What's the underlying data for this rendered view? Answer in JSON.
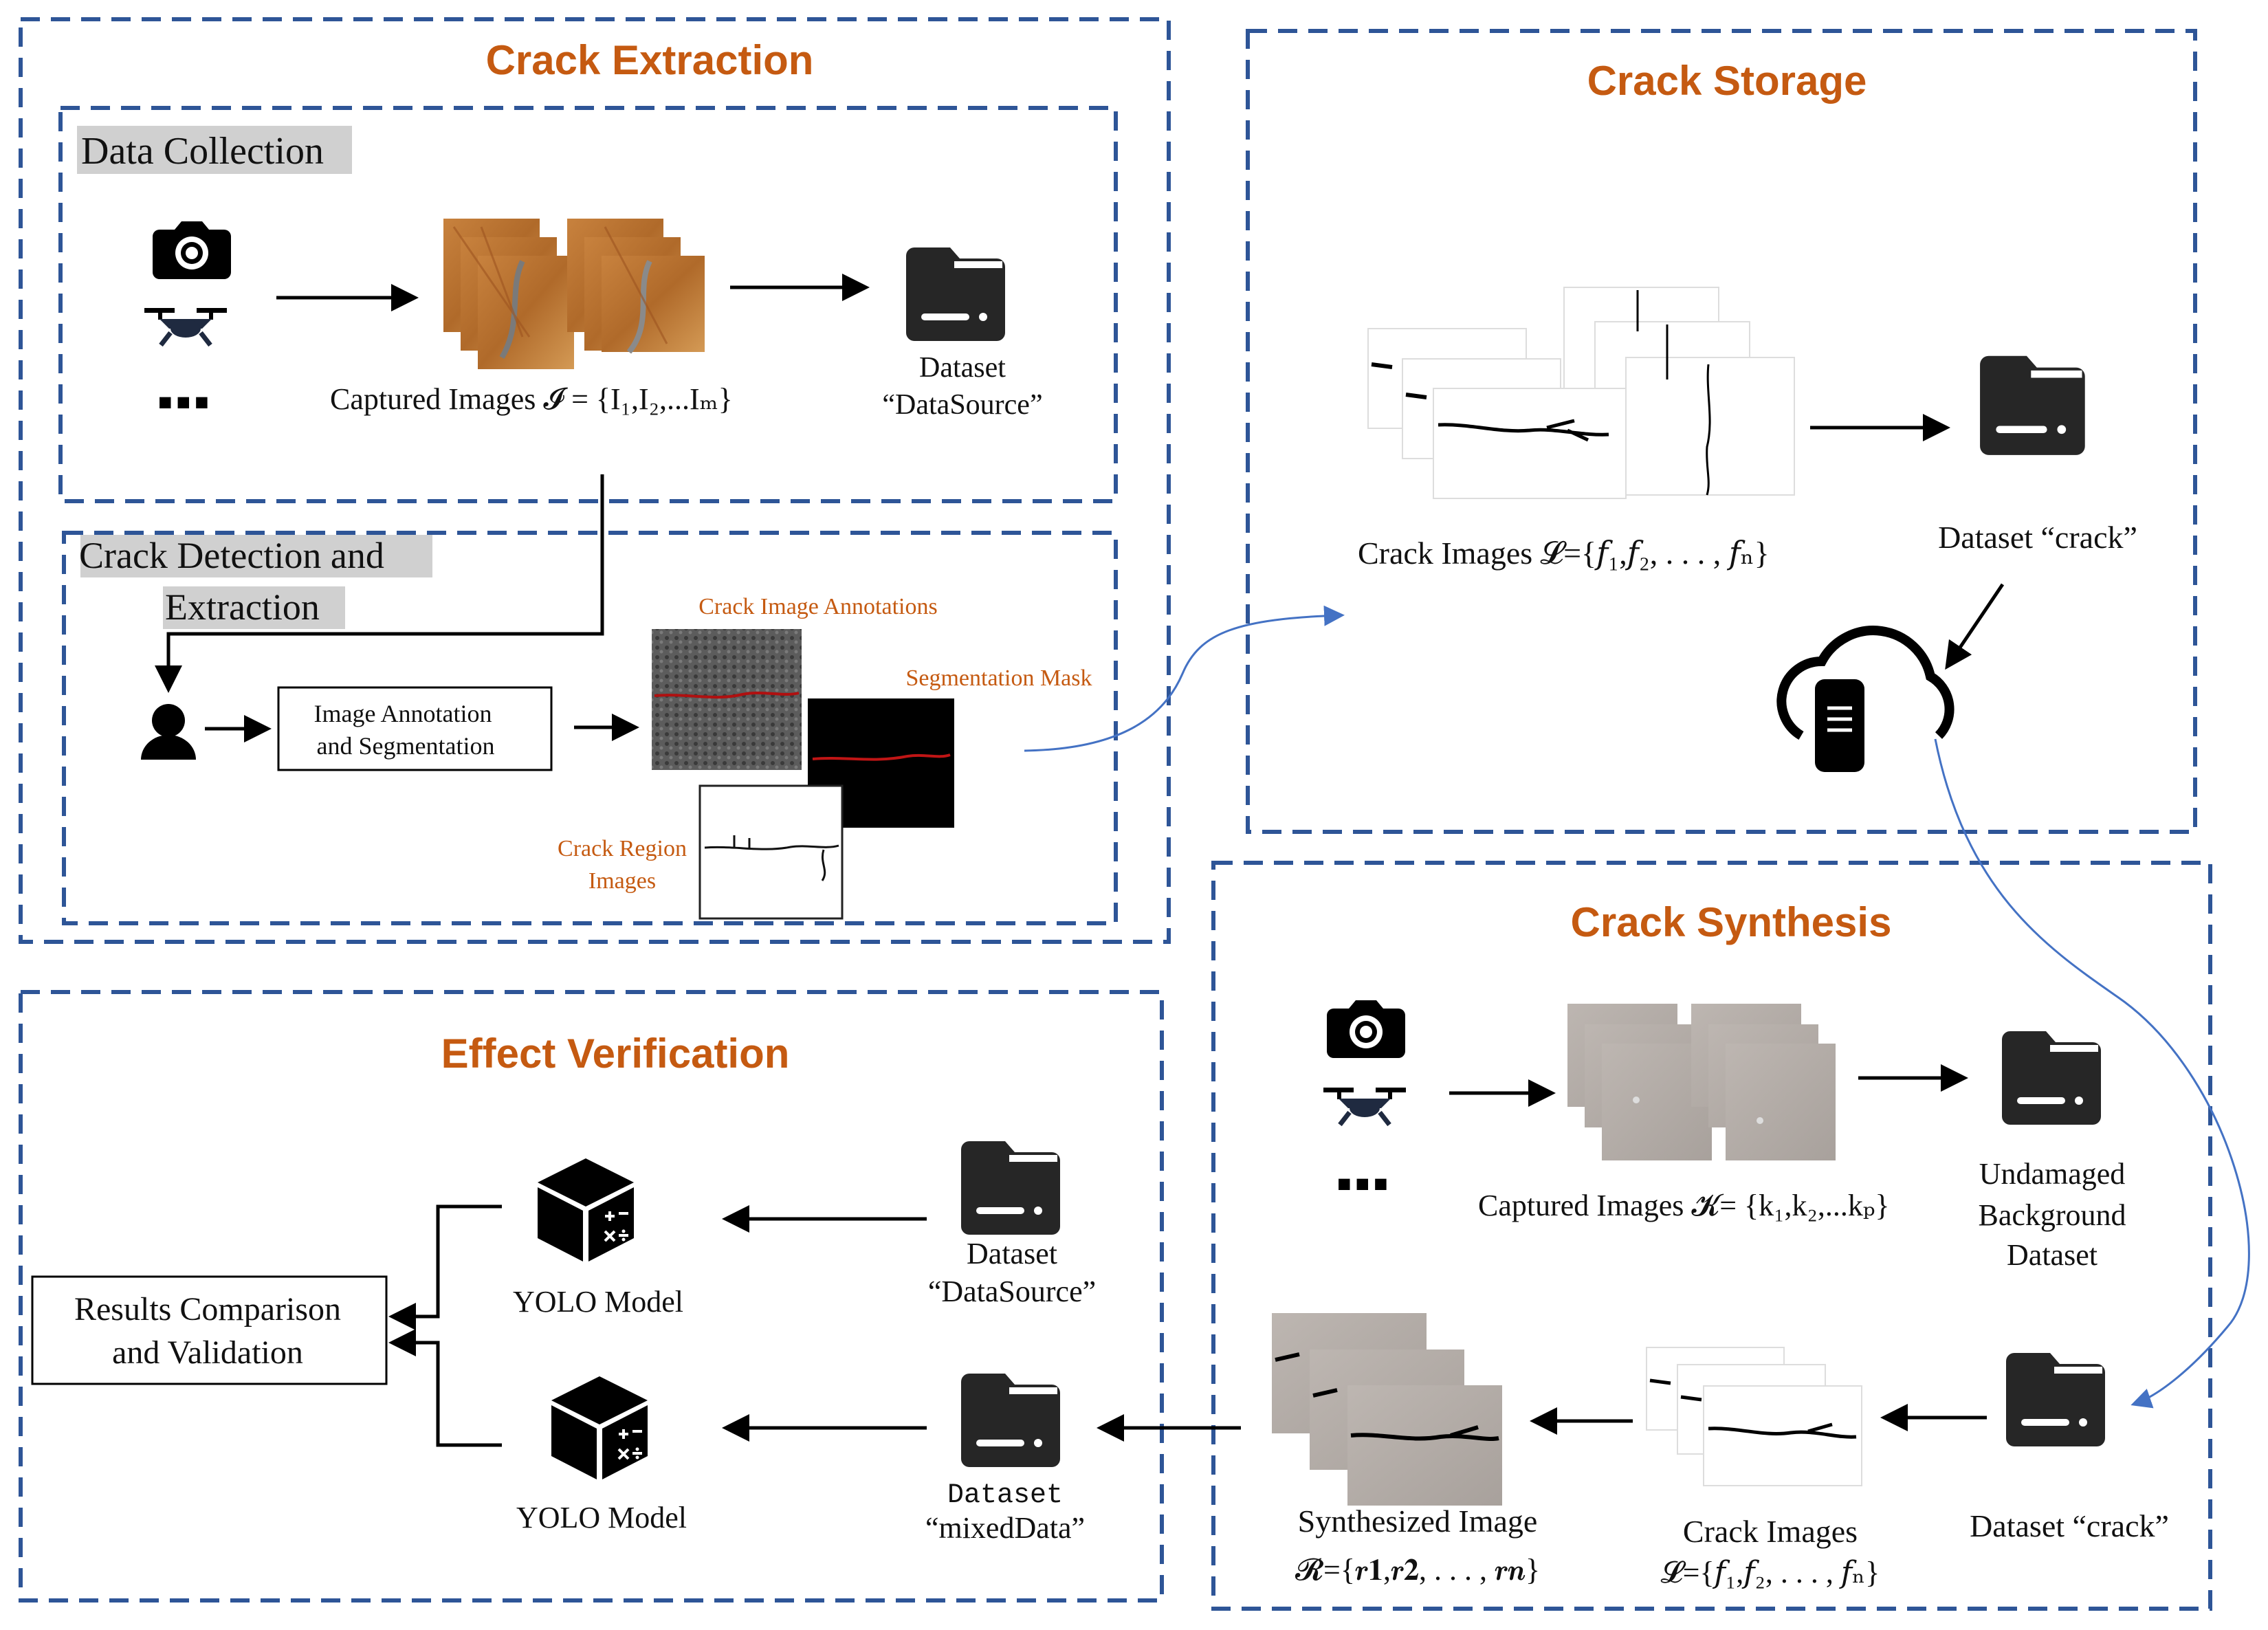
{
  "sections": {
    "extraction": {
      "title": "Crack Extraction",
      "data_collection": {
        "label": "Data Collection",
        "ellipsis": "■■■",
        "captured_images": "Captured Images 𝓘 = {I₁,I₂,...Iₘ}",
        "dataset_line1": "Dataset",
        "dataset_line2": "“DataSource”"
      },
      "detection": {
        "label_line1": "Crack Detection and",
        "label_line2": "Extraction",
        "annotation_box_line1": "Image  Annotation",
        "annotation_box_line2": "and Segmentation",
        "crack_image_annotations": "Crack Image Annotations",
        "segmentation_mask": "Segmentation Mask",
        "crack_region_line1": "Crack Region",
        "crack_region_line2": "Images"
      }
    },
    "storage": {
      "title": "Crack Storage",
      "crack_images": "Crack Images 𝓛={𝑓₁,𝑓₂, . . . , 𝑓ₙ}",
      "dataset": "Dataset “crack”"
    },
    "synthesis": {
      "title": "Crack Synthesis",
      "ellipsis": "■■■",
      "captured_images": "Captured Images 𝓚= {k₁,k₂,...kₚ}",
      "undamaged_line1": "Undamaged",
      "undamaged_line2": "Background",
      "undamaged_line3": "Dataset",
      "dataset_crack": "Dataset “crack”",
      "crack_images_line1": "Crack Images",
      "crack_images_line2": "𝓛={𝑓₁,𝑓₂, . . . , 𝑓ₙ}",
      "synth_line1": "Synthesized Image",
      "synth_line2": "𝓡={𝒓𝟏,𝒓𝟐, . . . , 𝒓𝒏}"
    },
    "verification": {
      "title": "Effect Verification",
      "results_line1": "Results Comparison",
      "results_line2": "and Validation",
      "yolo_top": "YOLO Model",
      "yolo_bottom": "YOLO Model",
      "dataset_source_line1": "Dataset",
      "dataset_source_line2": "“DataSource”",
      "dataset_mixed_line1": "Dataset",
      "dataset_mixed_line2": "“mixedData”"
    }
  },
  "colors": {
    "title_orange": "#C55A11",
    "box_blue": "#2E5597",
    "curve_blue": "#4472C4",
    "icon_dark": "#262626"
  },
  "icons": [
    "camera-icon",
    "drone-icon",
    "folder-icon",
    "person-icon",
    "cloud-server-icon",
    "model-cube-icon"
  ]
}
